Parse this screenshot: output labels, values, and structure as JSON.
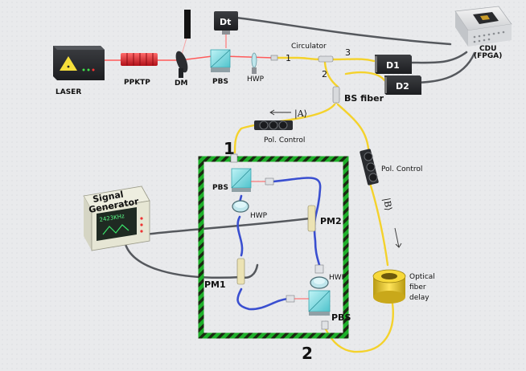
{
  "labels": {
    "laser": "LASER",
    "ppktp": "PPKTP",
    "dm": "DM",
    "pbs_top": "PBS",
    "hwp_top": "HWP",
    "dt": "Dt",
    "circulator": "Circulator",
    "port1": "1",
    "port2": "2",
    "port3": "3",
    "d1": "D1",
    "d2": "D2",
    "cdu_line1": "CDU",
    "cdu_line2": "(FPGA)",
    "bs_fiber": "BS fiber",
    "ket_a": "|A⟩",
    "pol_control_1": "Pol. Control",
    "pol_control_2": "Pol. Control",
    "ket_b": "|B⟩",
    "signal_gen_line1": "Signal",
    "signal_gen_line2": "Generator",
    "signal_gen_display": "2423KHz",
    "pm1": "PM1",
    "pm2": "PM2",
    "pbs_upper": "PBS",
    "hwp_upper": "HWP",
    "hwp_lower": "HWP",
    "pbs_lower": "PBS",
    "node1": "1",
    "node2": "2",
    "delay_line1": "Optical",
    "delay_line2": "fiber",
    "delay_line3": "delay"
  },
  "colors": {
    "laser_beam": "#ff5a5a",
    "fiber_yellow": "#f4d22c",
    "fiber_blue": "#3a4fd0",
    "cable_gray": "#5a5d62",
    "frame_green": "#1eb02a",
    "frame_dark": "#1a2a12"
  },
  "icons": [
    "warning-triangle-icon",
    "chip-icon",
    "waveform-icon"
  ]
}
